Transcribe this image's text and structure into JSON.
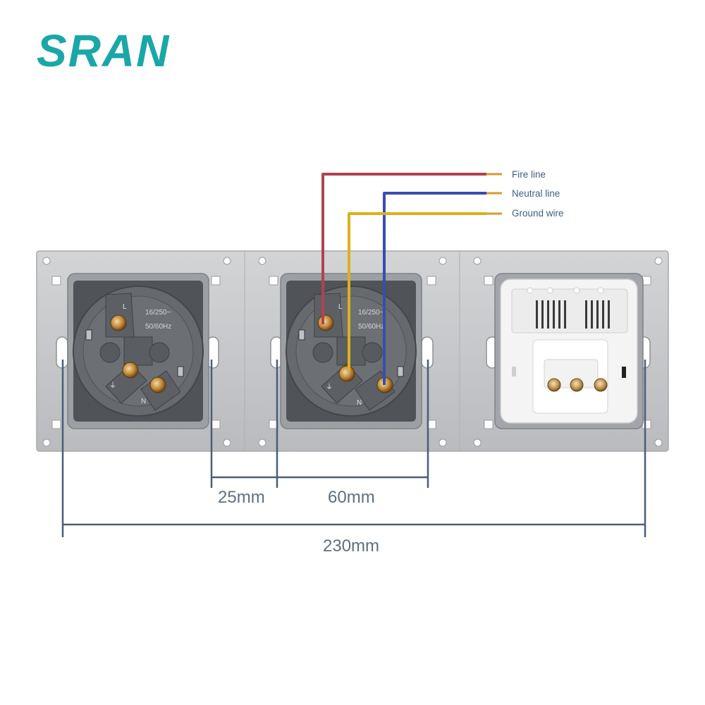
{
  "brand": {
    "logo_text": "SRAN",
    "logo_color": "#1aa7a8"
  },
  "wires": [
    {
      "label": "Fire line",
      "color": "#b2434f"
    },
    {
      "label": "Neutral line",
      "color": "#3a4cb2"
    },
    {
      "label": "Ground wire",
      "color": "#d9b21a"
    }
  ],
  "sockets": [
    {
      "type": "schuko",
      "rating": "16/250~",
      "frequency": "50/60Hz",
      "terminal_labels": [
        "L",
        "N"
      ]
    },
    {
      "type": "schuko",
      "rating": "16/250~",
      "frequency": "50/60Hz",
      "terminal_labels": [
        "L",
        "N"
      ]
    },
    {
      "type": "usb-module"
    }
  ],
  "dimensions": [
    {
      "label": "25mm"
    },
    {
      "label": "60mm"
    },
    {
      "label": "230mm"
    }
  ],
  "colors": {
    "dimension_line": "#4a5e78",
    "dimension_text": "#5f6f80",
    "label_text": "#3d5f87",
    "plate": "#c4c6c8",
    "module_dark": "#5b5e63",
    "module_white": "#f4f4f4"
  }
}
